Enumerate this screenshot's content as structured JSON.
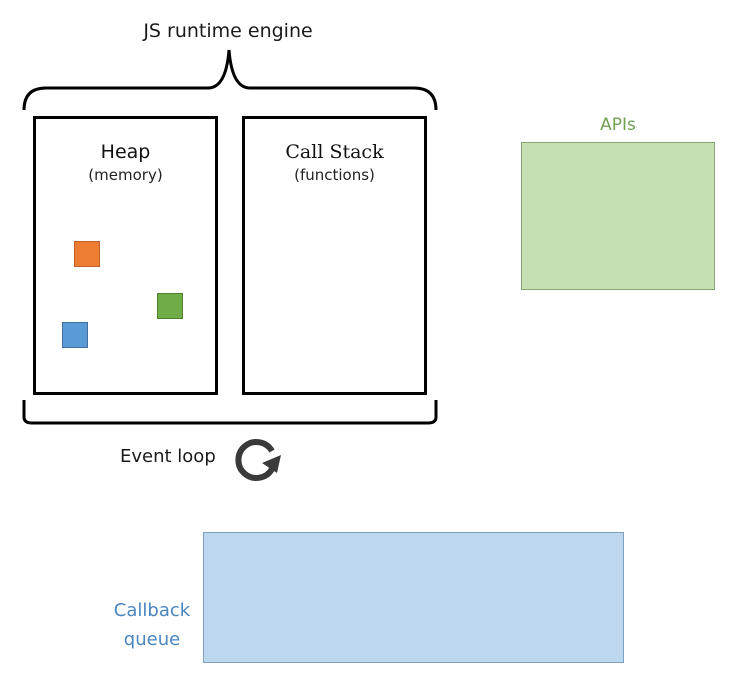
{
  "diagram": {
    "title": "JS runtime engine",
    "heap": {
      "title": "Heap",
      "subtitle": "(memory)",
      "items": [
        {
          "name": "orange-object",
          "fill": "#ed7d31",
          "stroke": "#c0602a"
        },
        {
          "name": "green-object",
          "fill": "#70ad47",
          "stroke": "#507e32"
        },
        {
          "name": "blue-object",
          "fill": "#5b9bd5",
          "stroke": "#41719c"
        }
      ]
    },
    "call_stack": {
      "title": "Call Stack",
      "subtitle": "(functions)"
    },
    "apis": {
      "label": "APIs",
      "fill": "#c6e0b4",
      "label_color": "#70a050"
    },
    "event_loop": {
      "label": "Event loop",
      "icon": "refresh-icon"
    },
    "callback_queue": {
      "label_line1": "Callback",
      "label_line2": "queue",
      "fill": "#bdd7ee",
      "label_color": "#4a86c0"
    }
  }
}
